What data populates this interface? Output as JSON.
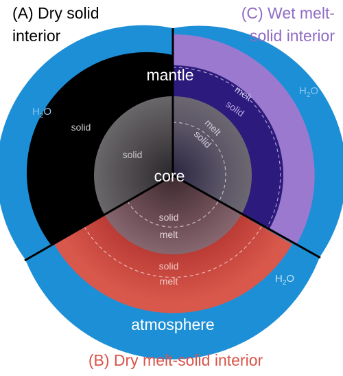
{
  "titles": {
    "a_line1": "(A) Dry solid",
    "a_line2": "interior",
    "c_line1": "(C) Wet melt-",
    "c_line2": "solid interior",
    "b": "(B) Dry melt-solid interior"
  },
  "labels": {
    "mantle": "mantle",
    "core": "core",
    "atmosphere": "atmosphere",
    "h2o_left": "H",
    "h2o_left_sub": "2",
    "h2o_left_o": "O",
    "h2o_right_top": "H",
    "h2o_right_top_sub": "2",
    "h2o_right_top_o": "O",
    "h2o_right_bottom": "H",
    "h2o_right_bottom_sub": "2",
    "h2o_right_bottom_o": "O",
    "a_mantle_solid": "solid",
    "a_core_solid": "solid",
    "c_mantle_melt": "melt",
    "c_mantle_solid": "solid",
    "c_core_melt": "melt",
    "c_core_solid": "solid",
    "b_core_solid": "solid",
    "b_core_melt": "melt",
    "b_mantle_solid": "solid",
    "b_mantle_melt": "melt"
  },
  "colors": {
    "atmosphere_blue": "#1d8fd6",
    "panel_a_mantle": "#000000",
    "panel_c_mantle_outer": "#9b79cf",
    "panel_c_mantle_inner": "#2c1a7c",
    "panel_b_mantle": "#d9544a",
    "core_gray": "#5c5a5c",
    "title_a": "#000000",
    "title_b": "#d9544a",
    "title_c": "#8f6cc6"
  }
}
